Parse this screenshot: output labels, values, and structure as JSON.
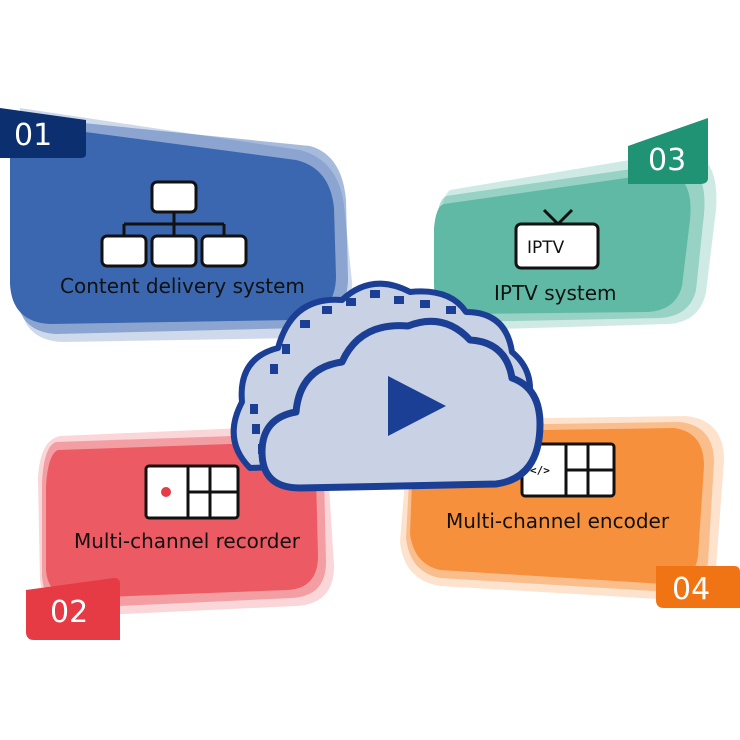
{
  "items": [
    {
      "number": "01",
      "label": "Content delivery system",
      "icon": "hierarchy-icon",
      "color": "#3a67b0",
      "tag_color": "#0b2f6f"
    },
    {
      "number": "02",
      "label": "Multi-channel recorder",
      "icon": "recorder-icon",
      "color": "#ec5a64",
      "tag_color": "#e63a44"
    },
    {
      "number": "03",
      "label": "IPTV system",
      "icon": "tv-icon",
      "color": "#5fb9a5",
      "tag_color": "#1f9374"
    },
    {
      "number": "04",
      "label": "Multi-channel encoder",
      "icon": "encoder-icon",
      "color": "#f7903d",
      "tag_color": "#f07413"
    }
  ],
  "tv_screen_text": "IPTV",
  "encoder_code_text": "</>",
  "center": {
    "icon": "cloud-play-icon",
    "fill": "#c9d2e4",
    "stroke": "#1c3f96"
  }
}
